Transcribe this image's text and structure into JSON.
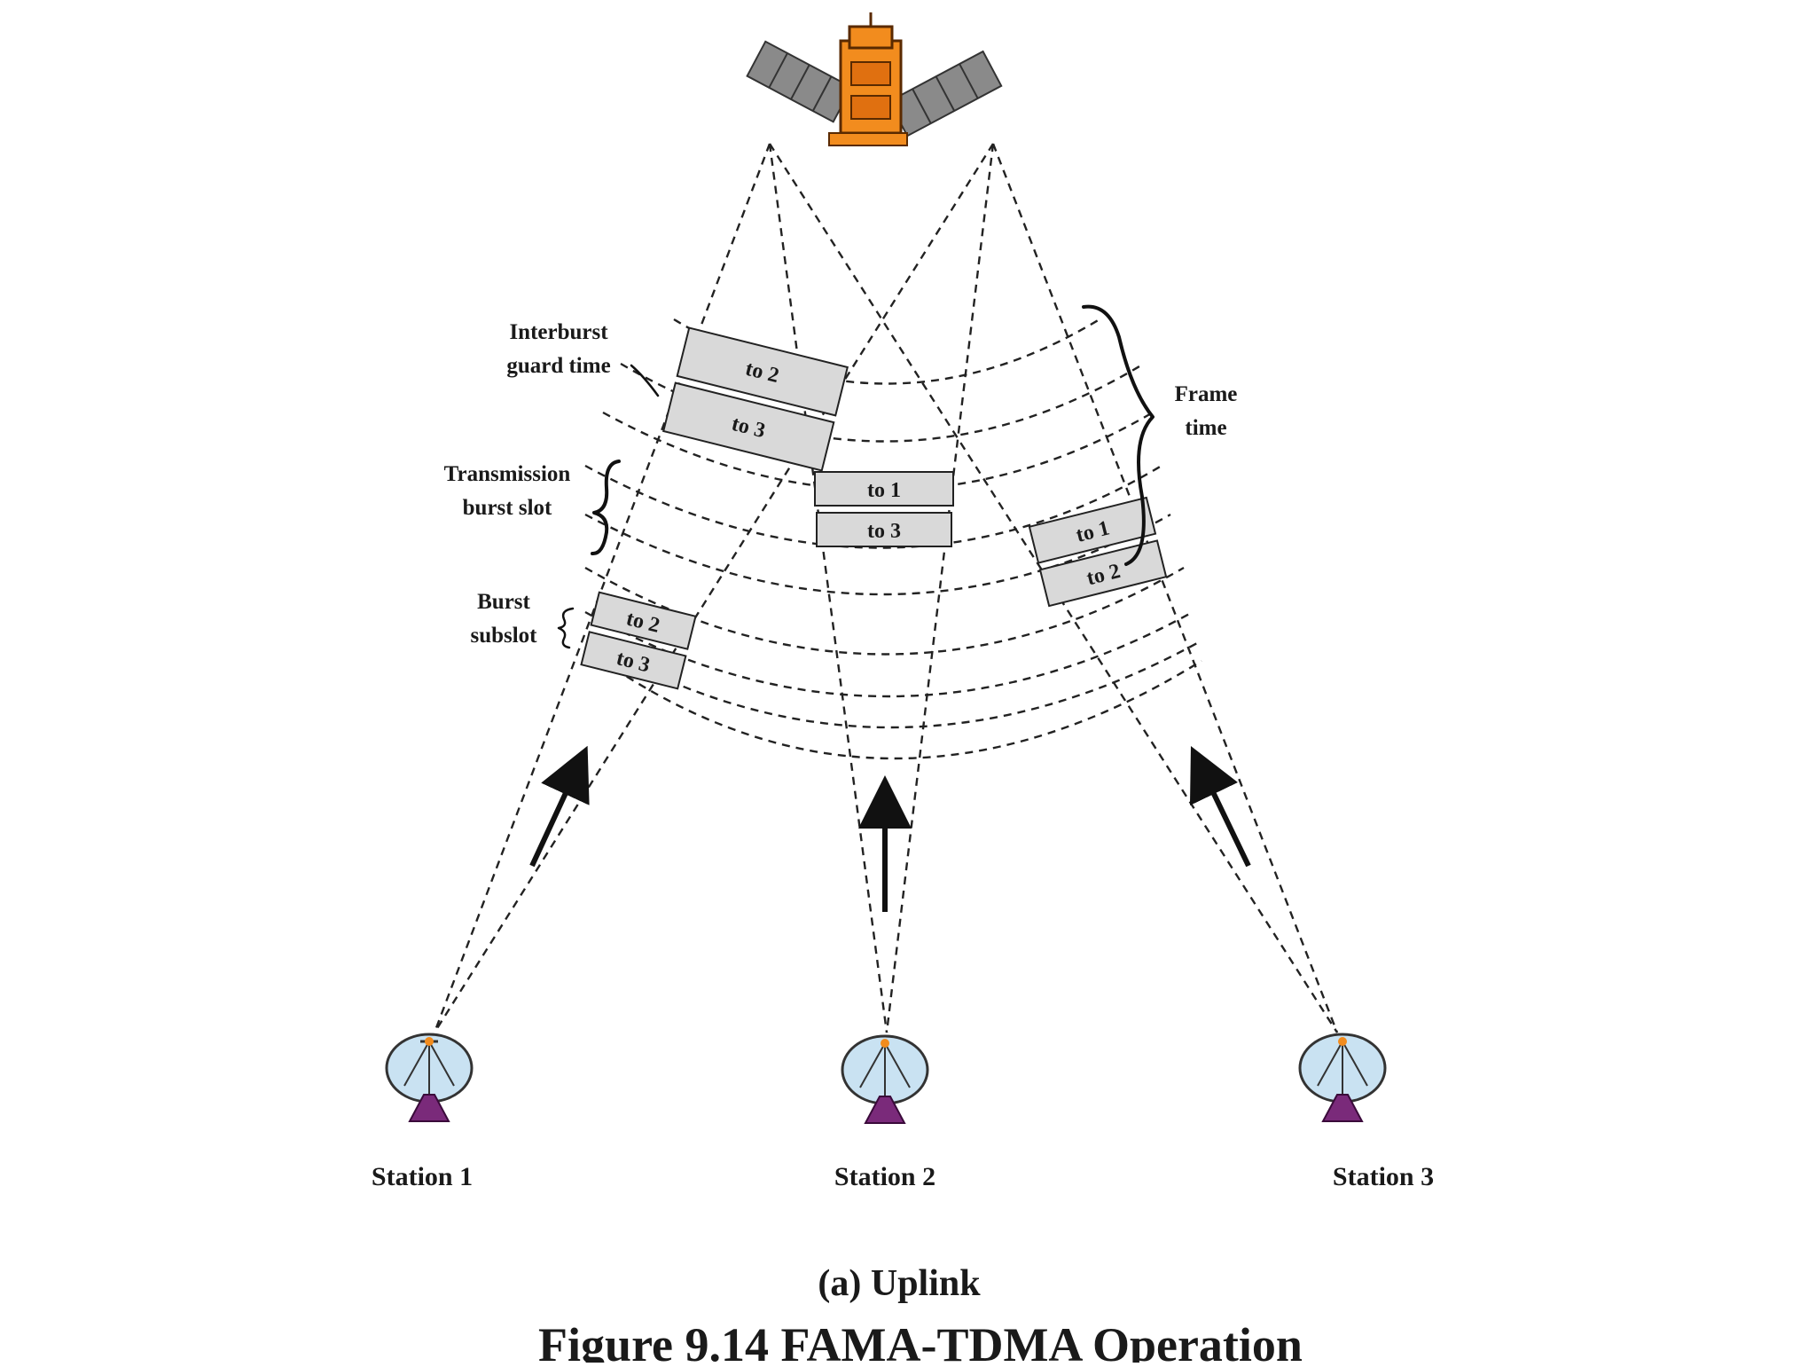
{
  "labels": {
    "interburst_1": "Interburst",
    "interburst_2": "guard time",
    "transmission_1": "Transmission",
    "transmission_2": "burst slot",
    "burst_1": "Burst",
    "burst_2": "subslot",
    "frame_1": "Frame",
    "frame_2": "time"
  },
  "slots": {
    "s1_top": "to 2",
    "s1_bottom": "to 3",
    "s2_top": "to 1",
    "s2_bottom": "to 3",
    "s3_top": "to 1",
    "s3_bottom": "to 2",
    "s4_top": "to 2",
    "s4_bottom": "to 3"
  },
  "stations": [
    "Station 1",
    "Station 2",
    "Station 3"
  ],
  "subcaption": "(a) Uplink",
  "caption": "Figure 9.14  FAMA-TDMA Operation",
  "colors": {
    "satellite_body": "#f28c1e",
    "solar_panel": "#8a8a8a",
    "dish": "#c9e2f2",
    "mount": "#7a2a7a",
    "slot_fill": "#d9d9d9"
  },
  "icons": [
    "satellite-icon",
    "dish-antenna-icon",
    "up-arrow-icon"
  ]
}
